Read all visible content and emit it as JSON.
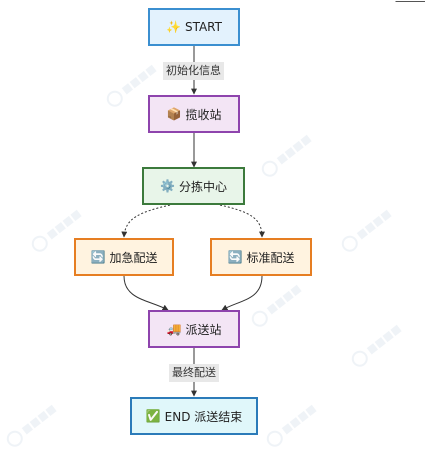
{
  "nodes": {
    "start": {
      "icon": "✨",
      "label": "START"
    },
    "pickup": {
      "icon": "📦",
      "label": "揽收站"
    },
    "sort": {
      "icon": "⚙️",
      "label": "分拣中心"
    },
    "urgent": {
      "icon": "🔄",
      "label": "加急配送"
    },
    "standard": {
      "icon": "🔄",
      "label": "标准配送"
    },
    "delivery": {
      "icon": "🚚",
      "label": "派送站"
    },
    "end": {
      "icon": "✅",
      "label": "END 派送结束"
    }
  },
  "edges": {
    "init_label": "初始化信息",
    "final_label": "最终配送"
  },
  "colors": {
    "start_fill": "#e3f2fd",
    "start_stroke": "#3b8fd0",
    "station_fill": "#f3e5f5",
    "station_stroke": "#8e44ad",
    "sort_fill": "#e8f5e9",
    "sort_stroke": "#3c7a3c",
    "route_fill": "#fff3e0",
    "route_stroke": "#e67e22",
    "end_fill": "#e0f7fa",
    "end_stroke": "#2b7bb9",
    "edge": "#333333"
  }
}
